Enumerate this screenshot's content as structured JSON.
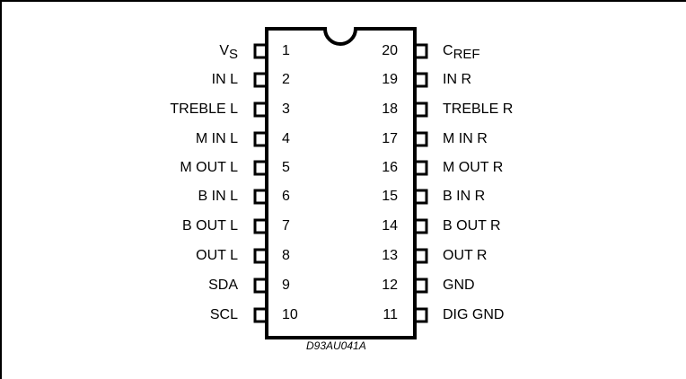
{
  "diagram": {
    "type": "dip-20-pinout",
    "caption": "D93AU041A",
    "left_pins": [
      {
        "number": "1",
        "name": "V",
        "sub": "S"
      },
      {
        "number": "2",
        "name": "IN L"
      },
      {
        "number": "3",
        "name": "TREBLE L"
      },
      {
        "number": "4",
        "name": "M IN L"
      },
      {
        "number": "5",
        "name": "M OUT L"
      },
      {
        "number": "6",
        "name": "B IN L"
      },
      {
        "number": "7",
        "name": "B OUT L"
      },
      {
        "number": "8",
        "name": "OUT L"
      },
      {
        "number": "9",
        "name": "SDA"
      },
      {
        "number": "10",
        "name": "SCL"
      }
    ],
    "right_pins": [
      {
        "number": "20",
        "name": "C",
        "sub": "REF"
      },
      {
        "number": "19",
        "name": "IN R"
      },
      {
        "number": "18",
        "name": "TREBLE R"
      },
      {
        "number": "17",
        "name": "M IN R"
      },
      {
        "number": "16",
        "name": "M OUT R"
      },
      {
        "number": "15",
        "name": "B IN R"
      },
      {
        "number": "14",
        "name": "B OUT R"
      },
      {
        "number": "13",
        "name": "OUT R"
      },
      {
        "number": "12",
        "name": "GND"
      },
      {
        "number": "11",
        "name": "DIG GND"
      }
    ]
  }
}
